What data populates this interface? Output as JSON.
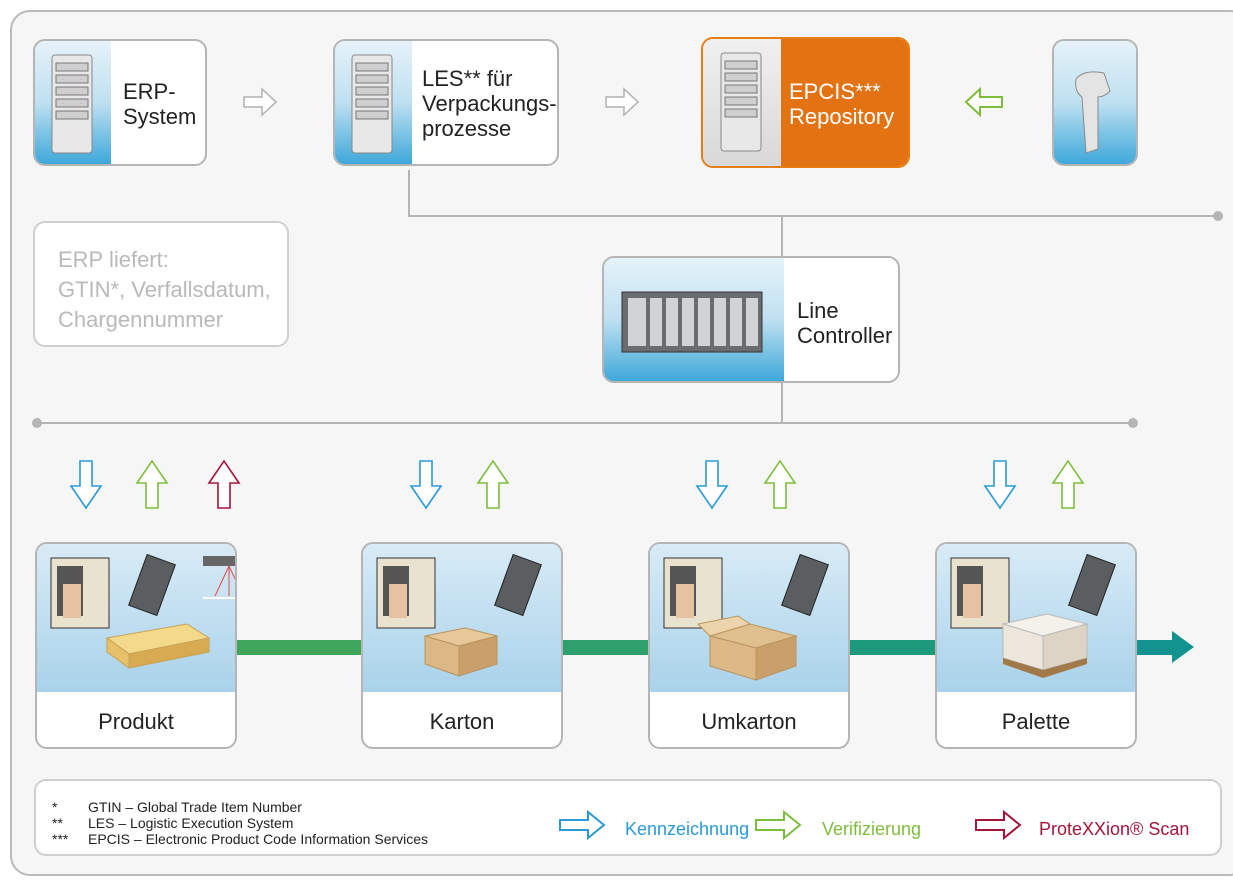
{
  "systems": {
    "erp": "ERP-\nSystem",
    "les": "LES** für\nVerpackungs-\nprozesse",
    "epcis": "EPCIS***\nRepository",
    "line_controller": "Line\nController"
  },
  "erp_note": "ERP liefert:\nGTIN*, Verfallsdatum,\nChargennummer",
  "stations": [
    "Produkt",
    "Karton",
    "Umkarton",
    "Palette"
  ],
  "footnotes": [
    {
      "marker": "*",
      "text": "GTIN – Global Trade Item Number"
    },
    {
      "marker": "**",
      "text": "LES – Logistic Execution System"
    },
    {
      "marker": "***",
      "text": "EPCIS – Electronic Product Code Information Services"
    }
  ],
  "legend": {
    "kennzeichnung": "Kennzeichnung",
    "verifizierung": "Verifizierung",
    "protexxion": "ProteXXion® Scan"
  },
  "colors": {
    "kennzeichnung": "#2a9ad6",
    "verifizierung": "#7dbd3c",
    "protexxion": "#a3163a",
    "epcis": "#e37212",
    "conveyor_start": "#3fa65c",
    "conveyor_end": "#12938f"
  }
}
